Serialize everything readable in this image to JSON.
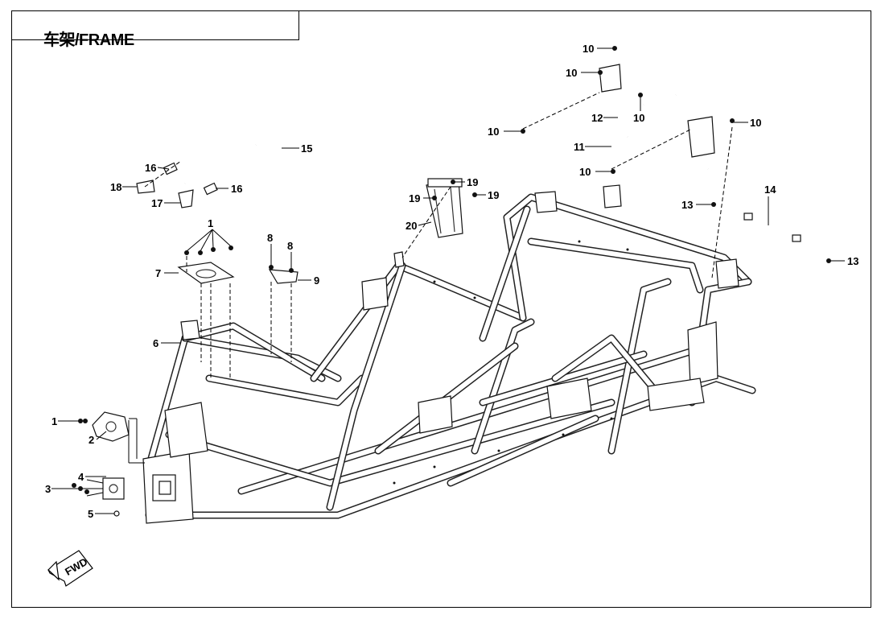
{
  "title": "车架/FRAME",
  "fwd_label": "FWD",
  "callouts": {
    "c1a": "1",
    "c1b": "1",
    "c2": "2",
    "c3": "3",
    "c4": "4",
    "c5": "5",
    "c6": "6",
    "c7": "7",
    "c8a": "8",
    "c8b": "8",
    "c9": "9",
    "c10a": "10",
    "c10b": "10",
    "c10c": "10",
    "c10d": "10",
    "c10e": "10",
    "c10f": "10",
    "c11": "11",
    "c12": "12",
    "c13a": "13",
    "c13b": "13",
    "c14": "14",
    "c15": "15",
    "c16a": "16",
    "c16b": "16",
    "c17": "17",
    "c18": "18",
    "c19a": "19",
    "c19b": "19",
    "c19c": "19",
    "c20": "20"
  }
}
